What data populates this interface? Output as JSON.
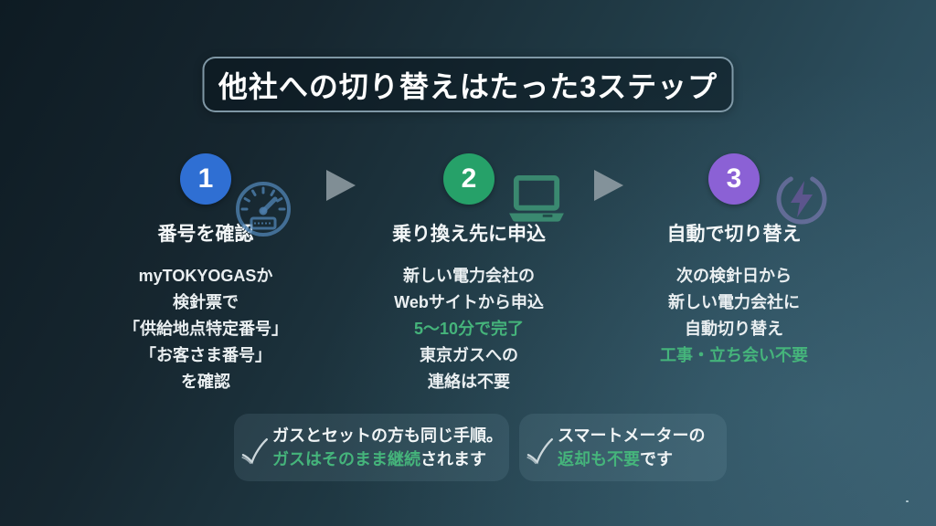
{
  "colors": {
    "accent_green": "#45b47b",
    "step_badge_colors": [
      "#2f6fd3",
      "#26a169",
      "#8b61d5"
    ],
    "arrow_gray": "#9ea9b0",
    "title_border": "#94aebc"
  },
  "title": {
    "text": "他社への切り替えはたった3ステップ"
  },
  "steps": [
    {
      "number": "1",
      "icon": "gauge-icon",
      "heading": "番号を確認",
      "lines": [
        [
          {
            "text": "myTOKYOGASか",
            "accent": false
          }
        ],
        [
          {
            "text": "検針票で",
            "accent": false
          }
        ],
        [
          {
            "text": "「供給地点特定番号」",
            "accent": false
          }
        ],
        [
          {
            "text": "「お客さま番号」",
            "accent": false
          }
        ],
        [
          {
            "text": "を確認",
            "accent": false
          }
        ]
      ]
    },
    {
      "number": "2",
      "icon": "laptop-icon",
      "heading": "乗り換え先に申込",
      "lines": [
        [
          {
            "text": "新しい電力会社の",
            "accent": false
          }
        ],
        [
          {
            "text": "Webサイトから申込",
            "accent": false
          }
        ],
        [
          {
            "text": "5〜10分で完了",
            "accent": true
          }
        ],
        [
          {
            "text": "東京ガスへの",
            "accent": false
          }
        ],
        [
          {
            "text": "連絡は不要",
            "accent": false
          }
        ]
      ]
    },
    {
      "number": "3",
      "icon": "power-bolt-icon",
      "heading": "自動で切り替え",
      "lines": [
        [
          {
            "text": "次の検針日から",
            "accent": false
          }
        ],
        [
          {
            "text": "新しい電力会社に",
            "accent": false
          }
        ],
        [
          {
            "text": "自動切り替え",
            "accent": false
          }
        ],
        [
          {
            "text": "工事・立ち会い不要",
            "accent": true
          }
        ]
      ]
    }
  ],
  "notes": [
    {
      "icon": "check-icon",
      "lines": [
        [
          {
            "text": "ガスとセットの方も同じ手順。",
            "accent": false
          }
        ],
        [
          {
            "text": "ガスはそのまま継続",
            "accent": true
          },
          {
            "text": "されます",
            "accent": false
          }
        ]
      ]
    },
    {
      "icon": "check-icon",
      "lines": [
        [
          {
            "text": "スマートメーターの",
            "accent": false
          }
        ],
        [
          {
            "text": "返却も不要",
            "accent": true
          },
          {
            "text": "です",
            "accent": false
          }
        ]
      ]
    }
  ]
}
